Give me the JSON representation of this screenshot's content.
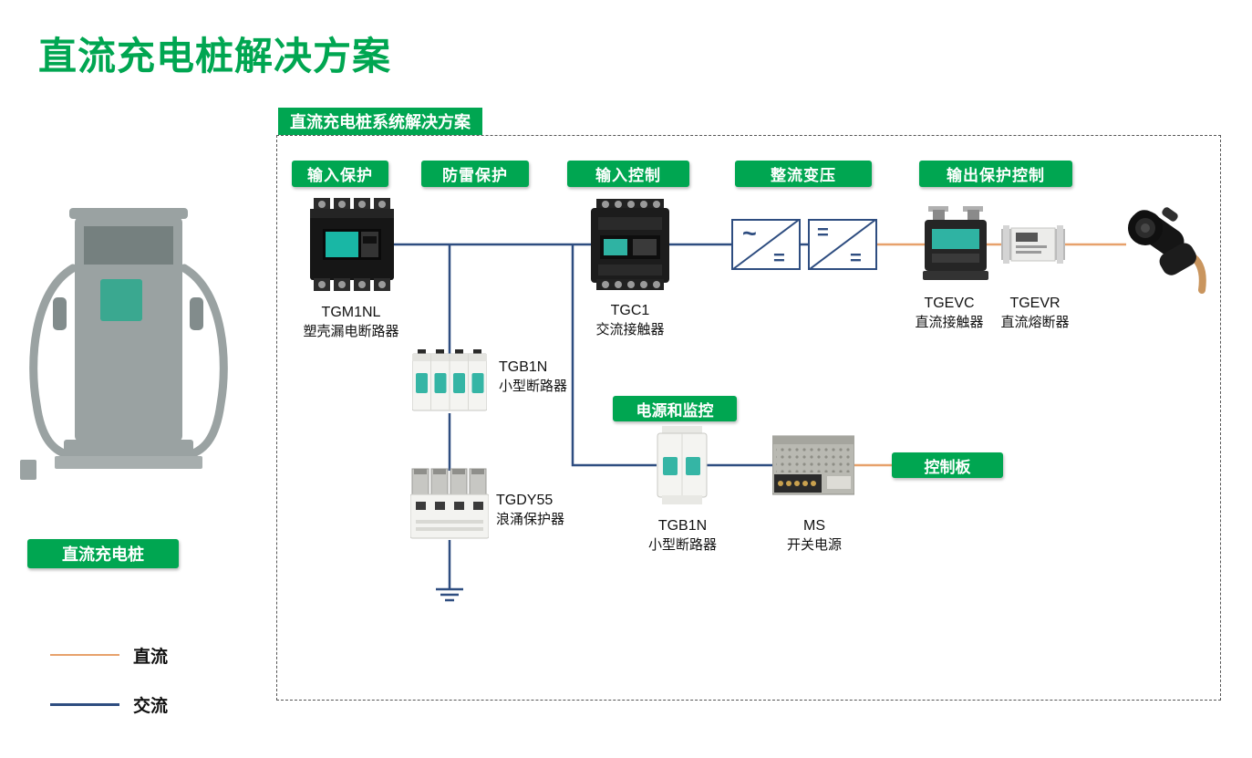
{
  "colors": {
    "brand_green": "#00a651",
    "dc_orange": "#e7a16b",
    "ac_blue": "#2e4d80",
    "teal_accent": "#35b5a5"
  },
  "header": {
    "title": "直流充电桩解决方案"
  },
  "diagram": {
    "tab": "直流充电桩系统解决方案",
    "stages": [
      {
        "label": "输入保护"
      },
      {
        "label": "防雷保护"
      },
      {
        "label": "输入控制"
      },
      {
        "label": "整流变压"
      },
      {
        "label": "输出保护控制"
      }
    ],
    "components": {
      "tgm1nl": {
        "name": "TGM1NL",
        "desc": "塑壳漏电断路器"
      },
      "tgb1n_4p": {
        "name": "TGB1N",
        "desc": "小型断路器"
      },
      "tgdy55": {
        "name": "TGDY55",
        "desc": "浪涌保护器"
      },
      "tgc1": {
        "name": "TGC1",
        "desc": "交流接触器"
      },
      "tgevc": {
        "name": "TGEVC",
        "desc": "直流接触器"
      },
      "tgevr": {
        "name": "TGEVR",
        "desc": "直流熔断器"
      },
      "tgb1n_1p": {
        "name": "TGB1N",
        "desc": "小型断路器"
      },
      "ms": {
        "name": "MS",
        "desc": "开关电源"
      }
    },
    "tags": {
      "power_monitor": "电源和监控",
      "control_board": "控制板"
    },
    "converters": [
      {
        "input_symbol": "~",
        "output_symbol": "="
      },
      {
        "input_symbol": "=",
        "output_symbol": "="
      }
    ]
  },
  "sidebar": {
    "pile_tag": "直流充电桩",
    "legend": [
      {
        "label": "直流",
        "color": "#e7a16b"
      },
      {
        "label": "交流",
        "color": "#2e4d80"
      }
    ]
  }
}
